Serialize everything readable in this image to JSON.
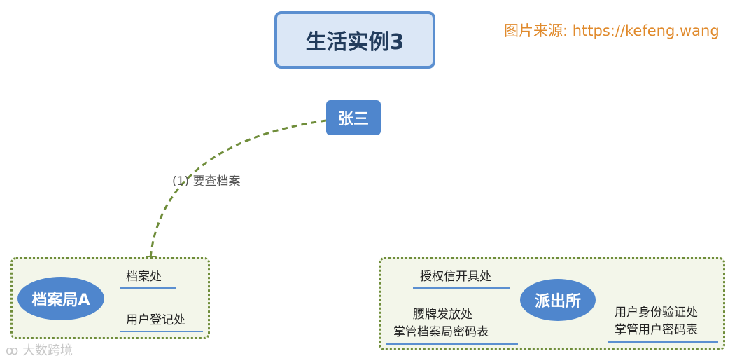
{
  "title": "生活实例3",
  "source": "图片来源: https://kefeng.wang",
  "person": "张三",
  "connector_label": "(1) 要查档案",
  "archive_bureau": {
    "name": "档案局A",
    "branches": [
      "档案处",
      "用户登记处"
    ]
  },
  "police_station": {
    "name": "派出所",
    "branches": {
      "top_left": "授权信开具处",
      "bottom_left_line1": "腰牌发放处",
      "bottom_left_line2": "掌管档案局密码表",
      "right_line1": "用户身份验证处",
      "right_line2": "掌管用户密码表"
    }
  },
  "watermark": "大数跨境",
  "colors": {
    "node_fill": "#4f86cd",
    "title_border": "#5b8fd0",
    "title_fill": "#dbe7f6",
    "group_border": "#6f8d3a",
    "arrow": "#6f8d3a",
    "source_text": "#e08a2c"
  }
}
